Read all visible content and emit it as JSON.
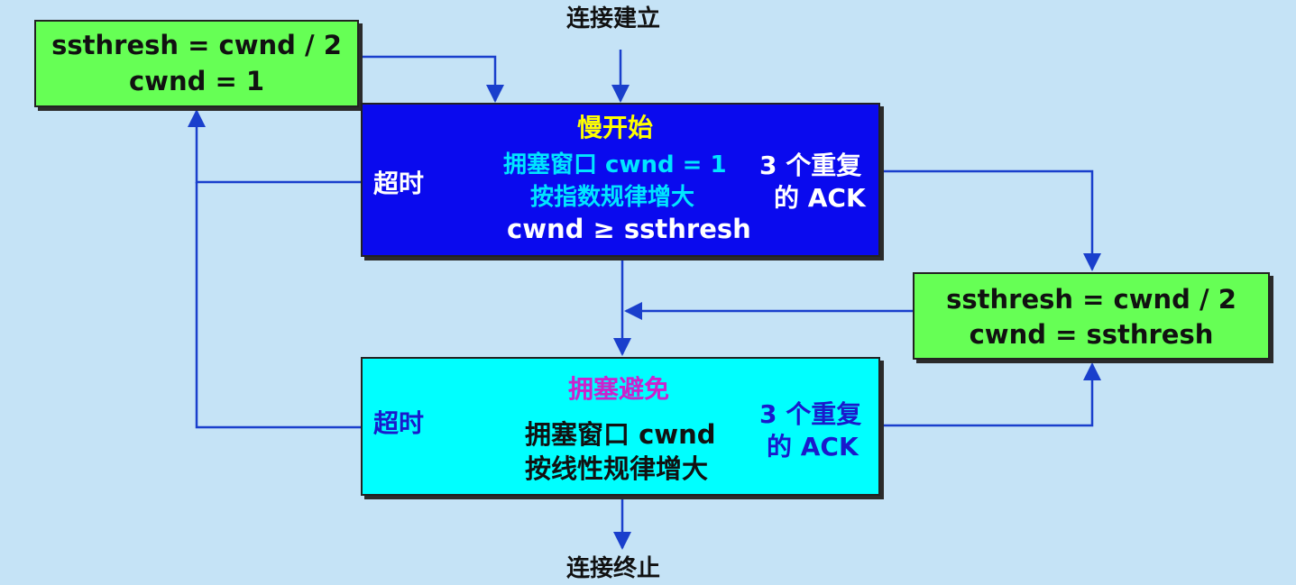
{
  "labels": {
    "start": "连接建立",
    "end": "连接终止"
  },
  "reset_timeout_box": {
    "line1": "ssthresh = cwnd / 2",
    "line2": "cwnd = 1"
  },
  "slow_start_box": {
    "title": "慢开始",
    "line1": "拥塞窗口 cwnd = 1",
    "line2": "按指数规律增大",
    "condition": "cwnd ≥ ssthresh",
    "timeout": "超时",
    "dup_ack_line1": "3 个重复",
    "dup_ack_line2": "的 ACK"
  },
  "fast_recovery_box": {
    "line1": "ssthresh = cwnd / 2",
    "line2": "cwnd = ssthresh"
  },
  "congestion_avoid_box": {
    "title": "拥塞避免",
    "line1": "拥塞窗口 cwnd",
    "line2": "按线性规律增大",
    "timeout": "超时",
    "dup_ack_line1": "3 个重复",
    "dup_ack_line2": "的 ACK"
  },
  "colors": {
    "background": "#c5e3f6",
    "green_box": "#66ff55",
    "slow_start_box": "#0a0aee",
    "congestion_box": "#00ffff",
    "arrow": "#1a3fcc",
    "yellow": "#ffff00",
    "cyan_text": "#00e5ff",
    "magenta": "#cc22cc",
    "blue_text": "#1a1acc"
  }
}
